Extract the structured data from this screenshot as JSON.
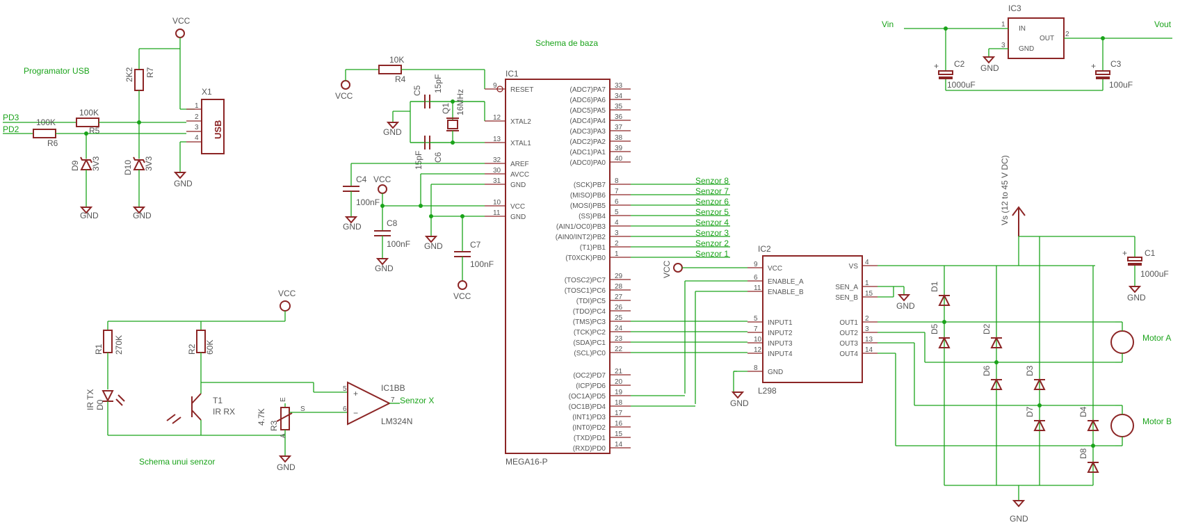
{
  "titles": {
    "programmer": "Programator USB",
    "base": "Schema de baza",
    "sensor": "Schema unui senzor"
  },
  "power": {
    "vcc": "VCC",
    "gnd": "GND"
  },
  "usb": {
    "ref": "X1",
    "name": "USB",
    "pins": [
      "1",
      "2",
      "3",
      "4"
    ],
    "nets": [
      "PD3",
      "PD2"
    ],
    "r5": {
      "ref": "R5",
      "value": "100K"
    },
    "r6": {
      "ref": "R6",
      "value": "100K"
    },
    "r7": {
      "ref": "R7",
      "value": "2K2"
    },
    "d9": {
      "ref": "D9",
      "value": "3V3"
    },
    "d10": {
      "ref": "D10",
      "value": "3V3"
    }
  },
  "osc": {
    "r4": {
      "ref": "R4",
      "value": "10K"
    },
    "c5": {
      "ref": "C5",
      "value": "15pF"
    },
    "c6": {
      "ref": "C6",
      "value": "15pF"
    },
    "q1": {
      "ref": "Q1",
      "value": "16MHz"
    },
    "c4": {
      "ref": "C4",
      "value": "100nF"
    },
    "c7": {
      "ref": "C7",
      "value": "100nF"
    },
    "c8": {
      "ref": "C8",
      "value": "100nF"
    }
  },
  "mcu": {
    "ref": "IC1",
    "name": "MEGA16-P",
    "left_pins": [
      {
        "name": "RESET",
        "num": "9"
      },
      {
        "name": "XTAL2",
        "num": "12"
      },
      {
        "name": "XTAL1",
        "num": "13"
      },
      {
        "name": "AREF",
        "num": "32"
      },
      {
        "name": "AVCC",
        "num": "30"
      },
      {
        "name": "GND",
        "num": "31"
      },
      {
        "name": "VCC",
        "num": "10"
      },
      {
        "name": "GND",
        "num": "11"
      }
    ],
    "right_pins": [
      {
        "name": "(ADC7)PA7",
        "num": "33"
      },
      {
        "name": "(ADC6)PA6",
        "num": "34"
      },
      {
        "name": "(ADC5)PA5",
        "num": "35"
      },
      {
        "name": "(ADC4)PA4",
        "num": "36"
      },
      {
        "name": "(ADC3)PA3",
        "num": "37"
      },
      {
        "name": "(ADC2)PA2",
        "num": "38"
      },
      {
        "name": "(ADC1)PA1",
        "num": "39"
      },
      {
        "name": "(ADC0)PA0",
        "num": "40"
      },
      {
        "name": "(SCK)PB7",
        "num": "8"
      },
      {
        "name": "(MISO)PB6",
        "num": "7"
      },
      {
        "name": "(MOSI)PB5",
        "num": "6"
      },
      {
        "name": "(SS)PB4",
        "num": "5"
      },
      {
        "name": "(AIN1/OC0)PB3",
        "num": "4"
      },
      {
        "name": "(AIN0/INT2)PB2",
        "num": "3"
      },
      {
        "name": "(T1)PB1",
        "num": "2"
      },
      {
        "name": "(T0XCK)PB0",
        "num": "1"
      },
      {
        "name": "(TOSC2)PC7",
        "num": "29"
      },
      {
        "name": "(TOSC1)PC6",
        "num": "28"
      },
      {
        "name": "(TDI)PC5",
        "num": "27"
      },
      {
        "name": "(TDO)PC4",
        "num": "26"
      },
      {
        "name": "(TMS)PC3",
        "num": "25"
      },
      {
        "name": "(TCK)PC2",
        "num": "24"
      },
      {
        "name": "(SDA)PC1",
        "num": "23"
      },
      {
        "name": "(SCL)PC0",
        "num": "22"
      },
      {
        "name": "(OC2)PD7",
        "num": "21"
      },
      {
        "name": "(ICP)PD6",
        "num": "20"
      },
      {
        "name": "(OC1A)PD5",
        "num": "19"
      },
      {
        "name": "(OC1B)PD4",
        "num": "18"
      },
      {
        "name": "(INT1)PD3",
        "num": "17"
      },
      {
        "name": "(INT0)PD2",
        "num": "16"
      },
      {
        "name": "(TXD)PD1",
        "num": "15"
      },
      {
        "name": "(RXD)PD0",
        "num": "14"
      }
    ],
    "sensor_nets": [
      "Senzor 8",
      "Senzor 7",
      "Senzor 6",
      "Senzor 5",
      "Senzor 4",
      "Senzor 3",
      "Senzor 2",
      "Senzor 1"
    ]
  },
  "regulator": {
    "ref": "IC3",
    "in": "IN",
    "out": "OUT",
    "gnd": "GND",
    "pin_in": "1",
    "pin_out": "2",
    "pin_gnd": "3",
    "vin": "Vin",
    "vout": "Vout",
    "c2": {
      "ref": "C2",
      "value": "1000uF"
    },
    "c3": {
      "ref": "C3",
      "value": "100uF"
    }
  },
  "driver": {
    "ref": "IC2",
    "name": "L298",
    "left_pins": [
      {
        "name": "VCC",
        "num": "9"
      },
      {
        "name": "ENABLE_A",
        "num": "6"
      },
      {
        "name": "ENABLE_B",
        "num": "11"
      },
      {
        "name": "INPUT1",
        "num": "5"
      },
      {
        "name": "INPUT2",
        "num": "7"
      },
      {
        "name": "INPUT3",
        "num": "10"
      },
      {
        "name": "INPUT4",
        "num": "12"
      },
      {
        "name": "GND",
        "num": "8"
      }
    ],
    "right_pins": [
      {
        "name": "VS",
        "num": "4"
      },
      {
        "name": "SEN_A",
        "num": "1"
      },
      {
        "name": "SEN_B",
        "num": "15"
      },
      {
        "name": "OUT1",
        "num": "2"
      },
      {
        "name": "OUT2",
        "num": "3"
      },
      {
        "name": "OUT3",
        "num": "13"
      },
      {
        "name": "OUT4",
        "num": "14"
      }
    ],
    "vs_label": "Vs (12 to 45 V DC)",
    "c1": {
      "ref": "C1",
      "value": "1000uF"
    },
    "diodes": [
      "D1",
      "D2",
      "D3",
      "D4",
      "D5",
      "D6",
      "D7",
      "D8"
    ],
    "motor_a": "Motor A",
    "motor_b": "Motor B"
  },
  "sensor": {
    "r1": {
      "ref": "R1",
      "value": "270K"
    },
    "r2": {
      "ref": "R2",
      "value": "60K"
    },
    "r3": {
      "ref": "R3",
      "value": "4.7K"
    },
    "d0": {
      "ref": "D0",
      "value": "IR TX"
    },
    "t1": {
      "ref": "T1",
      "value": "IR RX"
    },
    "opamp": {
      "ref": "IC1BB",
      "value": "LM324N",
      "plus_pin": "5",
      "minus_pin": "6",
      "out_pin": "7"
    },
    "pot_pins": {
      "e": "E",
      "s": "S",
      "a": "A"
    },
    "out_net": "Senzor X"
  }
}
